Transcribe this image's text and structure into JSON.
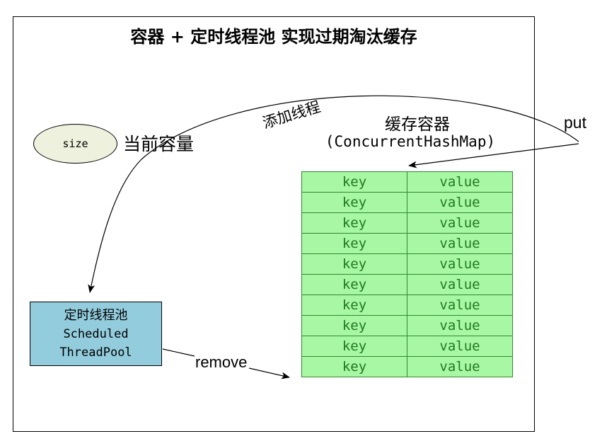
{
  "title": "容器 + 定时线程池 实现过期淘汰缓存",
  "size_node": {
    "text": "size",
    "label": "当前容量"
  },
  "cache": {
    "title": "缓存容器",
    "subtitle": "(ConcurrentHashMap)",
    "rows": [
      {
        "key": "key",
        "value": "value"
      },
      {
        "key": "key",
        "value": "value"
      },
      {
        "key": "key",
        "value": "value"
      },
      {
        "key": "key",
        "value": "value"
      },
      {
        "key": "key",
        "value": "value"
      },
      {
        "key": "key",
        "value": "value"
      },
      {
        "key": "key",
        "value": "value"
      },
      {
        "key": "key",
        "value": "value"
      },
      {
        "key": "key",
        "value": "value"
      },
      {
        "key": "key",
        "value": "value"
      }
    ]
  },
  "thread_pool": {
    "line1": "定时线程池",
    "line2": "Scheduled",
    "line3": "ThreadPool"
  },
  "edges": {
    "put": "put",
    "remove": "remove",
    "add_thread": "添加线程"
  },
  "colors": {
    "table_fill": "#a8f7a4",
    "table_text": "#1f7a1f",
    "pool_fill": "#93cddd",
    "ellipse_fill": "#eef1dd"
  }
}
